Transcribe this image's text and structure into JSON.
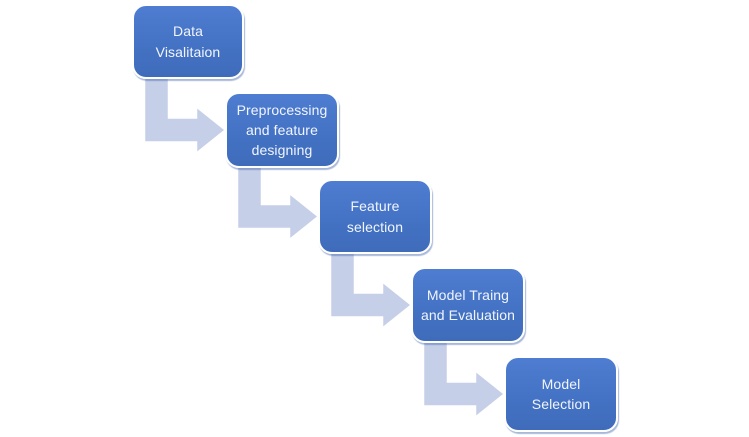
{
  "diagram": {
    "type": "stepped-process-flow",
    "nodes": [
      {
        "id": "data-visualization",
        "label": "Data\nVisalitaion"
      },
      {
        "id": "preprocessing-feature-designing",
        "label": "Preprocessing\nand feature\ndesigning"
      },
      {
        "id": "feature-selection",
        "label": "Feature\nselection"
      },
      {
        "id": "model-training-evaluation",
        "label": "Model Traing\nand Evaluation"
      },
      {
        "id": "model-selection",
        "label": "Model\nSelection"
      }
    ],
    "connections": [
      {
        "from": "data-visualization",
        "to": "preprocessing-feature-designing"
      },
      {
        "from": "preprocessing-feature-designing",
        "to": "feature-selection"
      },
      {
        "from": "feature-selection",
        "to": "model-training-evaluation"
      },
      {
        "from": "model-training-evaluation",
        "to": "model-selection"
      }
    ]
  },
  "colors": {
    "node_fill": "#4472C4",
    "node_fill_top": "#4E7DD1",
    "node_fill_bottom": "#3F6CBA",
    "node_border": "#FFFFFF",
    "node_text": "#F1F5FC",
    "arrow_fill": "#C5CFE8",
    "arrow_outline": "#FFFFFF",
    "background": "#FFFFFF"
  }
}
